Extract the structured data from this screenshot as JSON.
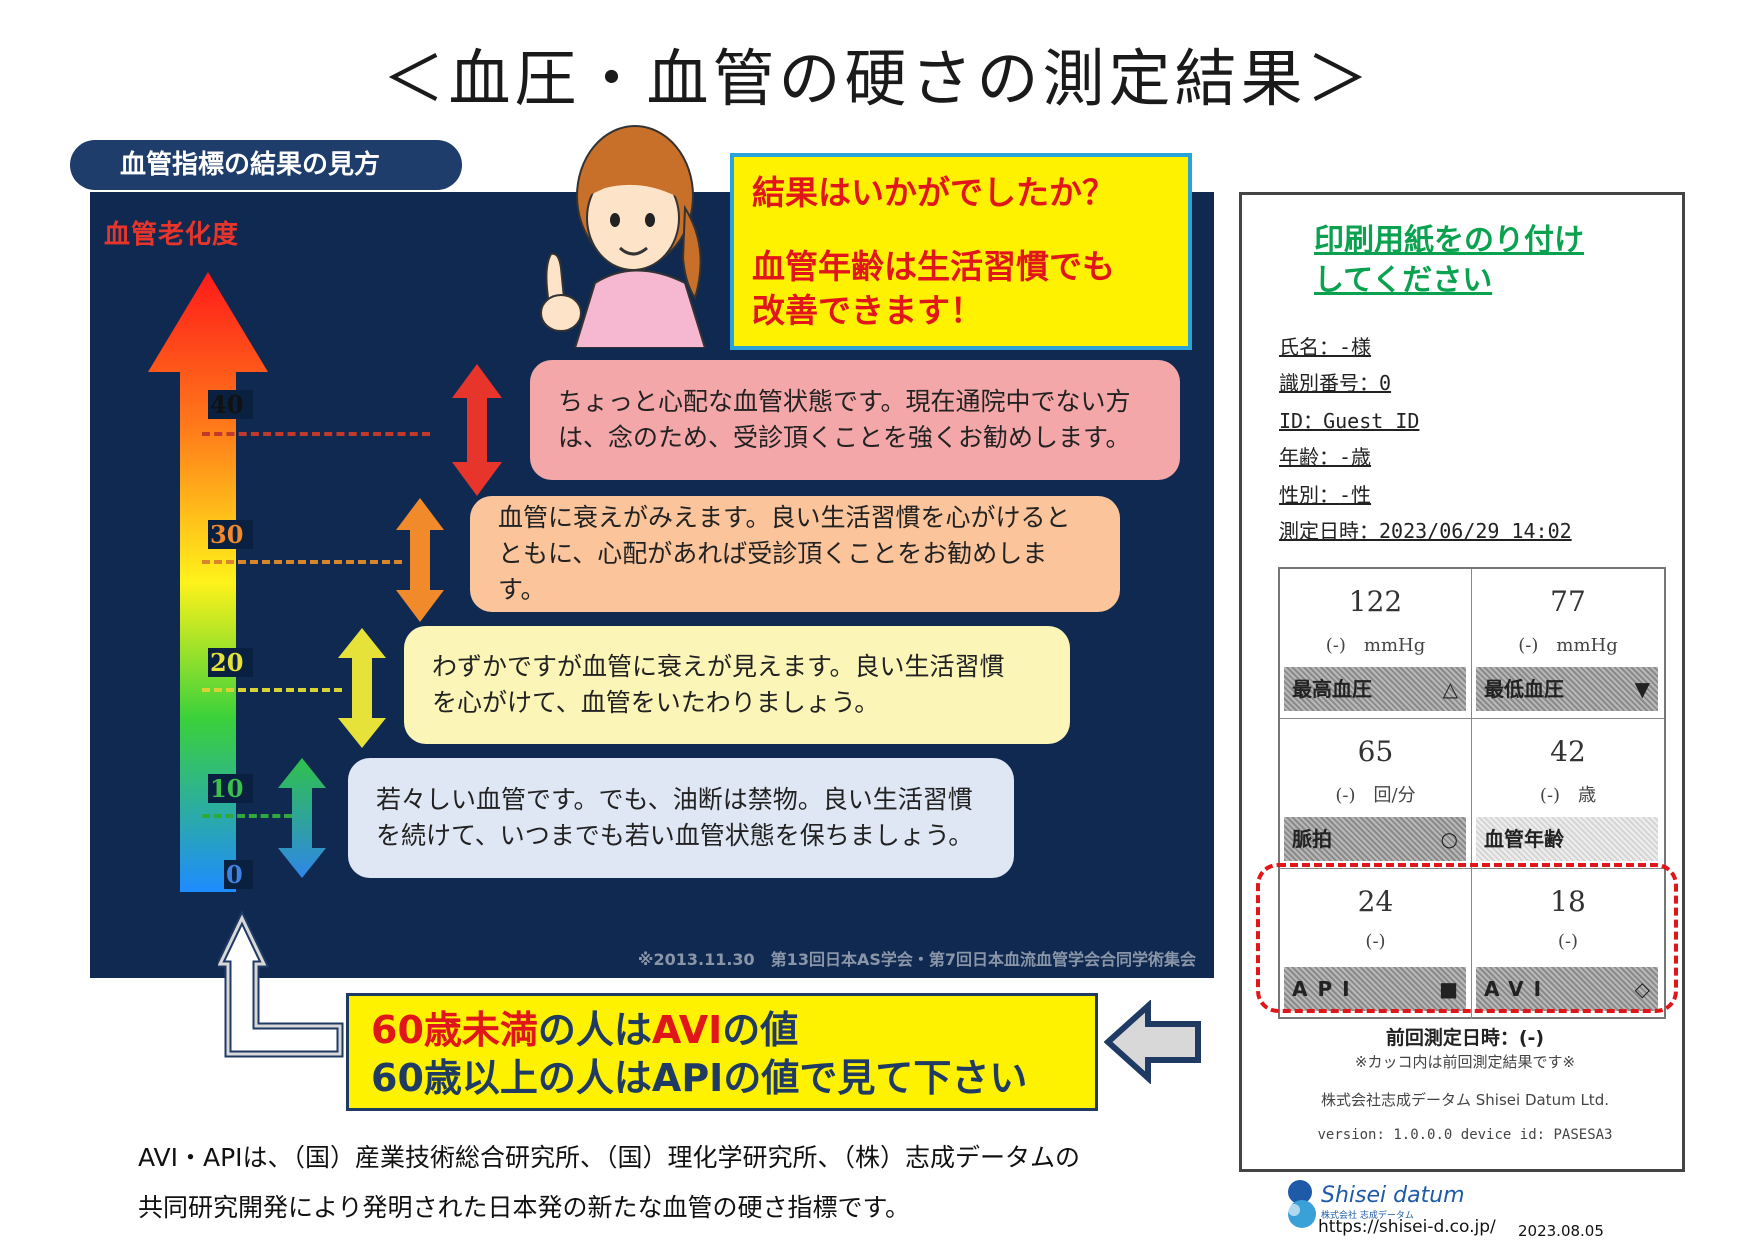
{
  "title": "＜血圧・血管の硬さの測定結果＞",
  "guide_pill": "血管指標の結果の見方",
  "panel": {
    "scale_title": "血管老化度",
    "ticks": [
      {
        "label": "40",
        "color": "#e8352b"
      },
      {
        "label": "30",
        "color": "#f08a2a"
      },
      {
        "label": "20",
        "color": "#e6e23a"
      },
      {
        "label": "10",
        "color": "#3bbf4d"
      },
      {
        "label": "0",
        "color": "#3f82e0"
      }
    ],
    "messages": [
      {
        "line1": "ちょっと心配な血管状態です。現在通院中でない方",
        "line2": "は、念のため、受診頂くことを強くお勧めします。",
        "bg": "#f4a7a9"
      },
      {
        "line1": "血管に衰えがみえます。良い生活習慣を心がけると",
        "line2": "ともに、心配があれば受診頂くことをお勧めします。",
        "bg": "#fbc49a"
      },
      {
        "line1": "わずかですが血管に衰えが見えます。良い生活習慣",
        "line2": "を心がけて、血管をいたわりましょう。",
        "bg": "#fbf5b8"
      },
      {
        "line1": "若々しい血管です。でも、油断は禁物。良い生活習慣",
        "line2": "を続けて、いつまでも若い血管状態を保ちましょう。",
        "bg": "#dfe6f4"
      }
    ],
    "footnote": "※2013.11.30　第13回日本AS学会・第7回日本血流血管学会合同学術集会"
  },
  "bubble": {
    "line1": "結果はいかがでしたか？",
    "line2": "血管年齢は生活習慣でも",
    "line3": "改善できます！"
  },
  "note": {
    "l1_a": "60歳未満",
    "l1_b": "の人は",
    "l1_c": "AVI",
    "l1_d": "の値",
    "l2_a": "60歳以上",
    "l2_b": "の人は",
    "l2_c": "API",
    "l2_d": "の値で見て下さい"
  },
  "bottom": {
    "line1": "AVI・APIは、（国）産業技術総合研究所、（国）理化学研究所、（株）志成データムの",
    "line2": "共同研究開発により発明された日本発の新たな血管の硬さ指標です。"
  },
  "receipt": {
    "heading1": "印刷用紙をのり付け",
    "heading2": "してください",
    "info": [
      "氏名：-様",
      "識別番号：0",
      "ID：Guest ID",
      "年齢：-歳",
      "性別：-性",
      "測定日時：2023/06/29 14:02"
    ],
    "cells": [
      {
        "value": "122",
        "prev": "(-)",
        "unit": "mmHg",
        "label": "最高血圧",
        "symbol": "△"
      },
      {
        "value": "77",
        "prev": "(-)",
        "unit": "mmHg",
        "label": "最低血圧",
        "symbol": "▼"
      },
      {
        "value": "65",
        "prev": "(-)",
        "unit": "回/分",
        "label": "脈拍",
        "symbol": "○"
      },
      {
        "value": "42",
        "prev": "(-)",
        "unit": "歳",
        "label": "血管年齢",
        "symbol": ""
      },
      {
        "value": "24",
        "prev": "(-)",
        "unit": "",
        "label": "API",
        "symbol": "■"
      },
      {
        "value": "18",
        "prev": "(-)",
        "unit": "",
        "label": "AVI",
        "symbol": "◇"
      }
    ],
    "prev_date": "前回測定日時：(-)",
    "note": "※カッコ内は前回測定結果です※",
    "company": "株式会社志成データム Shisei Datum Ltd.",
    "version": "version:  1.0.0.0  device id:  PASESA3"
  },
  "footer": {
    "logo": "Shisei datum",
    "logo_sub": "株式会社 志成データム",
    "url": "https://shisei-d.co.jp/",
    "date": "2023.08.05"
  }
}
